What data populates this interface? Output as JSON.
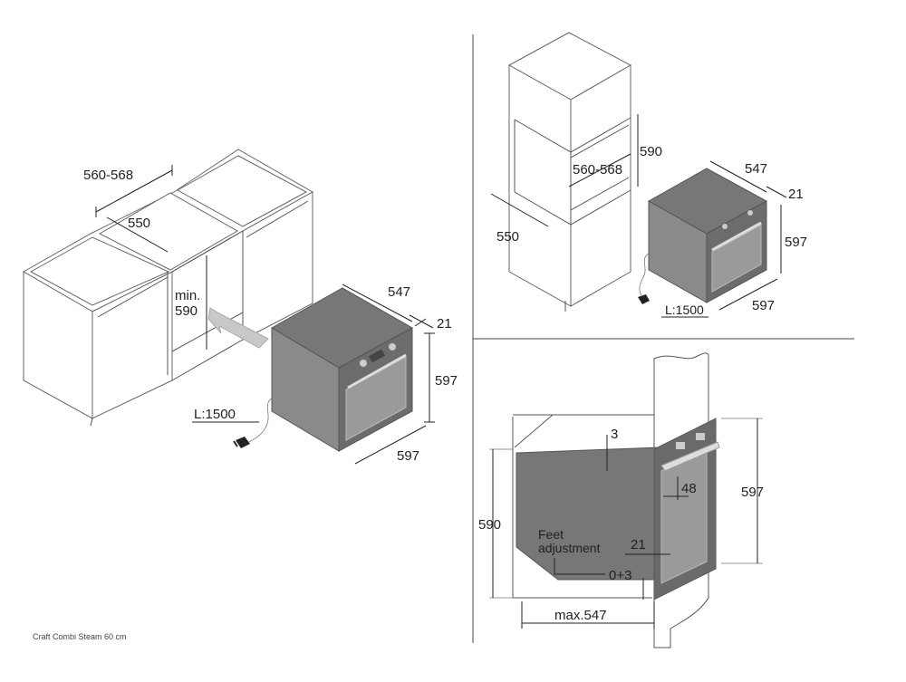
{
  "caption": "Craft Combi Steam 60 cm",
  "panel_a": {
    "cabinet_width": "560-568",
    "cabinet_depth": "550",
    "min_label": "min.",
    "min_value": "590",
    "cable": "L:1500",
    "oven_depth": "547",
    "front_thickness": "21",
    "oven_height": "597",
    "oven_width": "597"
  },
  "panel_b": {
    "niche_height": "590",
    "niche_width": "560-568",
    "niche_depth": "550",
    "oven_depth": "547",
    "front_thickness": "21",
    "oven_height": "597",
    "oven_width": "597",
    "cable": "L:1500"
  },
  "panel_c": {
    "top_gap": "3",
    "handle_depth": "48",
    "oven_height": "597",
    "niche_height": "590",
    "feet_label_1": "Feet",
    "feet_label_2": "adjustment",
    "feet_value": "0+3",
    "front_thickness": "21",
    "max_depth": "max.547"
  },
  "colors": {
    "oven_body": "#777777",
    "oven_side": "#8a8a8a",
    "oven_door": "#9a9a9a",
    "lines": "#555555"
  },
  "icons": [
    "plug-icon",
    "arrow-icon"
  ]
}
